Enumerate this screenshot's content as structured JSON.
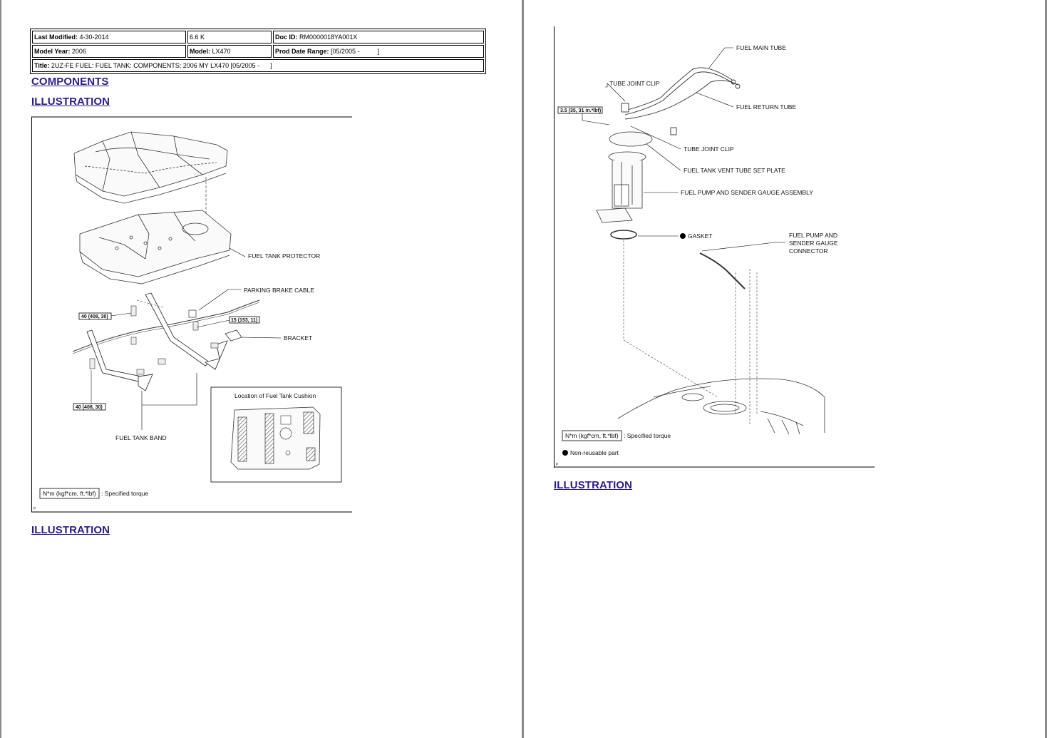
{
  "meta": {
    "last_modified_label": "Last Modified:",
    "last_modified_value": "4-30-2014",
    "size": "6.6 K",
    "doc_id_label": "Doc ID:",
    "doc_id_value": "RM0000018YA001X",
    "model_year_label": "Model Year:",
    "model_year_value": "2006",
    "model_label": "Model:",
    "model_value": "LX470",
    "prod_range_label": "Prod Date Range:",
    "prod_range_value": "[05/2005 -          ]",
    "title_label": "Title:",
    "title_value": "2UZ-FE FUEL: FUEL TANK: COMPONENTS; 2006 MY LX470 [05/2005 -      ]"
  },
  "headings": {
    "components": "COMPONENTS",
    "illustration_1": "ILLUSTRATION",
    "illustration_2": "ILLUSTRATION",
    "illustration_3": "ILLUSTRATION"
  },
  "fig1": {
    "fuel_tank_protector": "FUEL TANK PROTECTOR",
    "parking_brake_cable": "PARKING BRAKE CABLE",
    "torque_40a": "40 (408, 30)",
    "torque_15": "15 (153, 11)",
    "bracket": "BRACKET",
    "torque_40b": "40 (408, 30)",
    "fuel_tank_band": "FUEL TANK BAND",
    "cushion_title": "Location of Fuel Tank Cushion",
    "torque_legend_box": "N*m (kgf*cm, ft.*lbf)",
    "torque_legend_text": ": Specified torque",
    "page_mark": "P"
  },
  "fig2": {
    "fuel_main_tube": "FUEL MAIN TUBE",
    "tube_joint_clip_1": "TUBE JOINT CLIP",
    "torque_35": "3.5 (35, 31 in.*lbf)",
    "fuel_return_tube": "FUEL RETURN TUBE",
    "tube_joint_clip_2": "TUBE JOINT CLIP",
    "vent_tube_plate": "FUEL TANK VENT TUBE SET PLATE",
    "pump_assembly": "FUEL PUMP AND SENDER GAUGE ASSEMBLY",
    "gasket": "GASKET",
    "connector_l1": "FUEL PUMP AND",
    "connector_l2": "SENDER GAUGE",
    "connector_l3": "CONNECTOR",
    "torque_legend_box": "N*m (kgf*cm, ft.*lbf)",
    "torque_legend_text": ": Specified torque",
    "nonreusable": "Non-reusable part",
    "page_mark": "P"
  }
}
